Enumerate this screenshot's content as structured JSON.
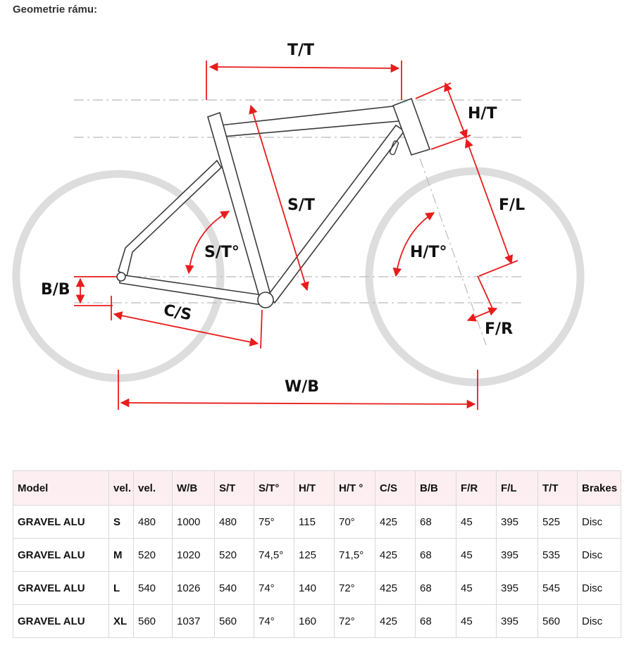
{
  "title": "Geometrie rámu:",
  "diagram": {
    "labels": {
      "tt": "T/T",
      "ht": "H/T",
      "st": "S/T",
      "fl": "F/L",
      "st_angle": "S/T°",
      "ht_angle": "H/T°",
      "bb": "B/B",
      "cs": "C/S",
      "fr": "F/R",
      "wb": "W/B"
    }
  },
  "table": {
    "headers": [
      "Model",
      "vel.",
      "vel.",
      "W/B",
      "S/T",
      "S/T°",
      "H/T",
      "H/T  °",
      "C/S",
      "B/B",
      "F/R",
      "F/L",
      "T/T",
      "Brakes"
    ],
    "rows": [
      [
        "GRAVEL   ALU",
        "S",
        "480",
        "1000",
        "480",
        "75°",
        "115",
        "70°",
        "425",
        "68",
        "45",
        "395",
        "525",
        "Disc"
      ],
      [
        "GRAVEL   ALU",
        "M",
        "520",
        "1020",
        "520",
        "74,5°",
        "125",
        "71,5°",
        "425",
        "68",
        "45",
        "395",
        "535",
        "Disc"
      ],
      [
        "GRAVEL   ALU",
        "L",
        "540",
        "1026",
        "540",
        "74°",
        "140",
        "72°",
        "425",
        "68",
        "45",
        "395",
        "545",
        "Disc"
      ],
      [
        "GRAVEL   ALU",
        "XL",
        "560",
        "1037",
        "560",
        "74°",
        "160",
        "72°",
        "425",
        "68",
        "45",
        "395",
        "560",
        "Disc"
      ]
    ]
  }
}
